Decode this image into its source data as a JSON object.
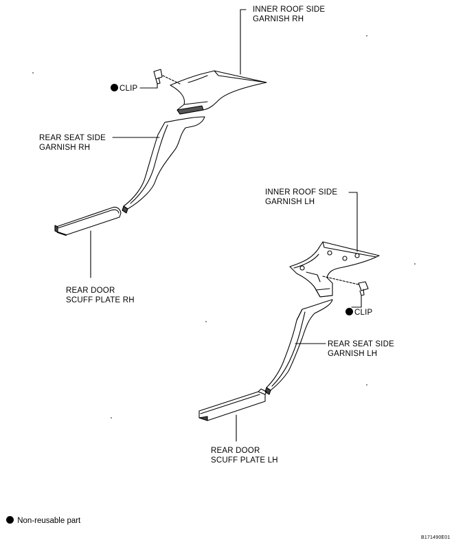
{
  "labels": {
    "inner_roof_rh": [
      "INNER ROOF SIDE",
      "GARNISH RH"
    ],
    "rear_seat_rh": [
      "REAR SEAT SIDE",
      "GARNISH RH"
    ],
    "clip_rh": "CLIP",
    "rear_door_rh": [
      "REAR DOOR",
      "SCUFF PLATE RH"
    ],
    "inner_roof_lh": [
      "INNER ROOF SIDE",
      "GARNISH LH"
    ],
    "clip_lh": "CLIP",
    "rear_seat_lh": [
      "REAR SEAT SIDE",
      "GARNISH LH"
    ],
    "rear_door_lh": [
      "REAR DOOR",
      "SCUFF PLATE LH"
    ]
  },
  "legend": {
    "text": "Non-reusable part"
  },
  "figure_code": "B171490E01"
}
